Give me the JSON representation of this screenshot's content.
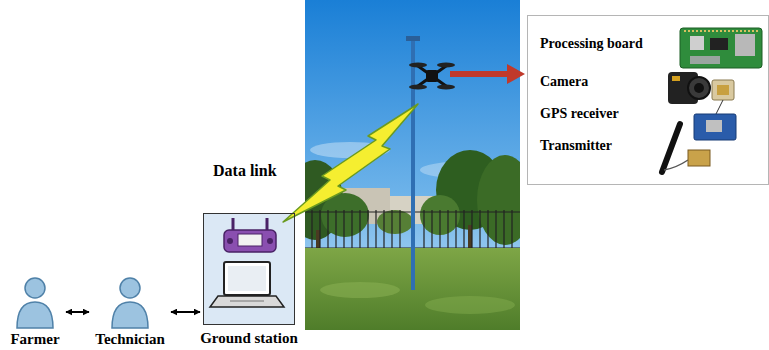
{
  "diagram": {
    "nodes": [
      {
        "text": [
          "Farmer"
        ]
      },
      {
        "text": [
          "Technician"
        ]
      },
      {
        "text": [
          "Ground station"
        ]
      },
      {
        "text": [
          "Processing board",
          "Camera",
          "GPS receiver",
          "Transmitter"
        ]
      }
    ],
    "edges": [
      {
        "from": 0,
        "to": 1,
        "arrow": "both"
      },
      {
        "from": 1,
        "to": 2,
        "arrow": "both"
      }
    ],
    "labels": [
      "Data link"
    ]
  }
}
